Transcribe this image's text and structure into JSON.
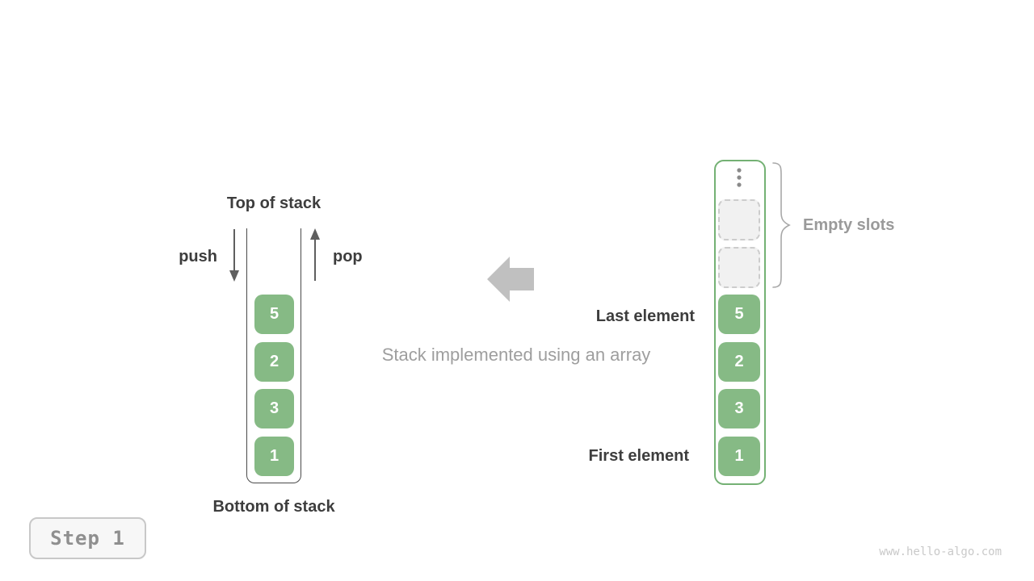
{
  "left_stack": {
    "top_label": "Top of stack",
    "bottom_label": "Bottom of stack",
    "push_label": "push",
    "pop_label": "pop",
    "blocks": [
      "5",
      "2",
      "3",
      "1"
    ]
  },
  "center": {
    "caption": "Stack implemented using an array",
    "arrow_icon": "left-block-arrow"
  },
  "right_array": {
    "blocks": [
      "5",
      "2",
      "3",
      "1"
    ],
    "empty_slots_count": 2,
    "last_element_label": "Last element",
    "first_element_label": "First element",
    "empty_slots_label": "Empty slots",
    "ellipsis_icon": "vertical-ellipsis"
  },
  "footer": {
    "step_label": "Step 1",
    "watermark": "www.hello-algo.com"
  },
  "colors": {
    "block_green": "#86ba85",
    "container_border_green": "#74b174",
    "text_dark": "#3d3d3d",
    "text_gray": "#9a9a9a",
    "caption_gray": "#9e9e9e",
    "big_arrow_gray": "#c0c0c0",
    "small_arrow_gray": "#5f5f5f",
    "empty_slot_fill": "#f1f1f1",
    "empty_slot_border": "#cccccc"
  }
}
